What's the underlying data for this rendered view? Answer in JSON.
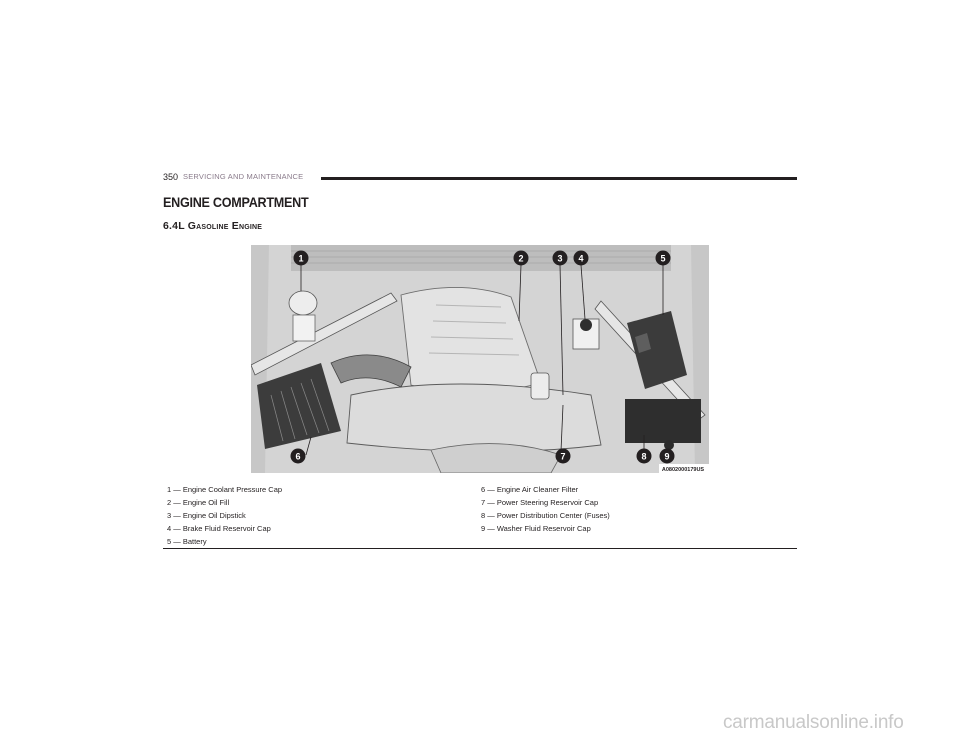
{
  "header": {
    "page_number": "350",
    "section_title": "SERVICING AND MAINTENANCE"
  },
  "heading": "ENGINE COMPARTMENT",
  "subheading": "6.4L Gasoline Engine",
  "figure": {
    "code": "A0802000179US",
    "callouts": [
      "1",
      "2",
      "3",
      "4",
      "5",
      "6",
      "7",
      "8",
      "9"
    ]
  },
  "legend": {
    "left": [
      "1 — Engine Coolant Pressure Cap",
      "2 — Engine Oil Fill",
      "3 — Engine Oil Dipstick",
      "4 — Brake Fluid Reservoir Cap",
      "5 — Battery"
    ],
    "right": [
      "6 — Engine Air Cleaner Filter",
      "7 — Power Steering Reservoir Cap",
      "8 — Power Distribution Center (Fuses)",
      "9 — Washer Fluid Reservoir Cap"
    ]
  },
  "watermark": "carmanualsonline.info"
}
